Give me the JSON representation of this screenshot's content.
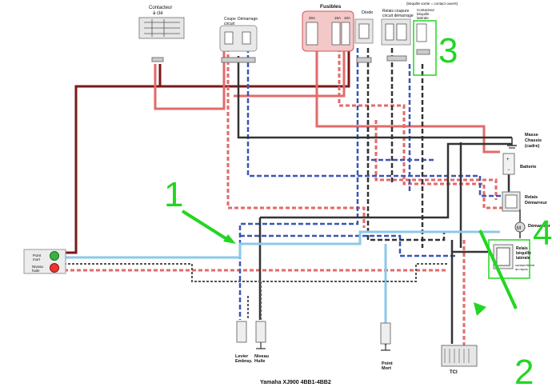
{
  "labels": {
    "contacteur_cle": [
      "Contacteur",
      "à clé"
    ],
    "coupe_circuit": [
      "Coupe",
      "circuit"
    ],
    "demarrage": "Démarrage",
    "fusibles": "Fusibles",
    "fuse_values": [
      "30A",
      "15A",
      "10A"
    ],
    "diode": "Diode",
    "relais_coupure": [
      "Relais coupure",
      "circuit démarrage"
    ],
    "bequille_note": "(béquille sortie = contact ouvert)",
    "contacteur_bequille": [
      "Contacteur",
      "béquille",
      "latérale"
    ],
    "masse": [
      "Masse",
      "Chassis",
      "(cadre)"
    ],
    "batterie": "Batterie",
    "relais_demarreur": [
      "Relais",
      "Démarreur"
    ],
    "demarreur": "Démarreur",
    "relais_bequille": [
      "Relais",
      "béquille",
      "latérale"
    ],
    "contact_ferme": [
      "contact fermé",
      "au repos"
    ],
    "point_mort_lamp": [
      "Point",
      "mort"
    ],
    "niveau_huile_lamp": [
      "Niveau",
      "huile"
    ],
    "levier_embray": [
      "Levier",
      "Embray."
    ],
    "niveau_huile": [
      "Niveau",
      "Huile"
    ],
    "point_mort": [
      "Point",
      "Mort"
    ],
    "tci": "TCI",
    "caption": "Yamaha XJ900 4BB1-4BB2"
  },
  "markers": [
    "1",
    "2",
    "3",
    "4"
  ],
  "colors": {
    "red": "#e05a5a",
    "dark_red": "#7a1818",
    "blue": "#3a55b5",
    "light_blue": "#8ec8e8",
    "black": "#222222",
    "green": "#22d622"
  }
}
